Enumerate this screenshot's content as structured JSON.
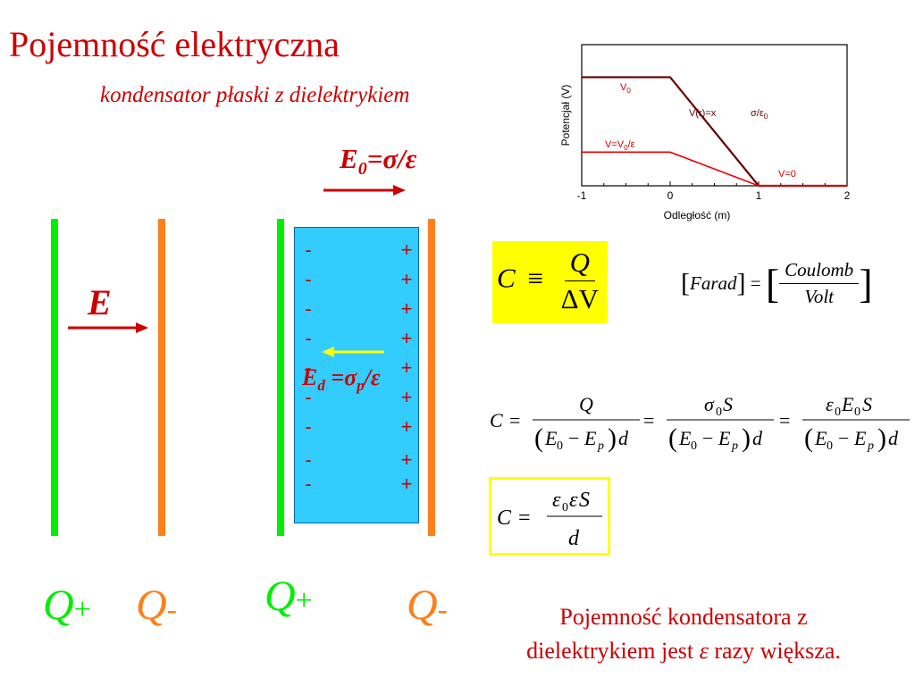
{
  "header": {
    "title": "Pojemność elektryczna",
    "subtitle": "kondensator płaski z dielektrykiem"
  },
  "left_diagram": {
    "field_label": "E",
    "q_plus": "Q",
    "q_plus_sub": "+",
    "q_minus": "Q",
    "q_minus_sub": "-"
  },
  "right_diagram": {
    "e0_main": "E",
    "e0_sub": "0",
    "e0_rest": "=σ/ε",
    "ed_main": "E",
    "ed_sub": "d",
    "ed_mid": " =σ",
    "ed_sub2": "p",
    "ed_rest": "/ε",
    "minus_sign": "-",
    "plus_sign": "+",
    "q_plus": "Q",
    "q_plus_sub": "+",
    "q_minus": "Q",
    "q_minus_sub": "-"
  },
  "formulas": {
    "def_C": "C",
    "def_equiv": "≡",
    "def_num": "Q",
    "def_den": "ΔV",
    "unit_left": "Farad",
    "unit_eq": "=",
    "unit_num": "Coulomb",
    "unit_den": "Volt",
    "final_C": "C",
    "final_eq": "="
  },
  "bottom_text": {
    "line1": "Pojemność kondensatora z",
    "line2_a": "dielektrykiem jest ",
    "line2_eps": "ε",
    "line2_b": " razy większa."
  },
  "colors": {
    "red": "#cc0000",
    "green": "#00ee00",
    "orange": "#ff7f1a",
    "dielectric": "#33ccff",
    "yellow": "#ffff00",
    "dark_red": "#660000"
  },
  "chart_data": {
    "type": "line",
    "xlabel": "Odległość  (m)",
    "ylabel": "Potencjał  (V)",
    "xlim": [
      -1,
      2
    ],
    "x_ticks": [
      "-1",
      "0",
      "1",
      "2"
    ],
    "grid": false,
    "series": [
      {
        "name": "V(r)=x",
        "color": "#660000",
        "x": [
          -1,
          0,
          1,
          2
        ],
        "y": [
          1.0,
          1.0,
          0,
          0
        ]
      },
      {
        "name": "V=V0/ε",
        "color": "#ee0000",
        "x": [
          -1,
          0,
          1,
          2
        ],
        "y": [
          0.31,
          0.31,
          0,
          0
        ]
      }
    ],
    "annotations": {
      "v0": "V",
      "v0_sub": "0",
      "vrx": "V(r)=x",
      "sigma": "σ/ε",
      "sigma_sub": "0",
      "veps": "V=V",
      "veps_sub": "0",
      "veps_rest": "/ε",
      "vzero": "V=0"
    }
  }
}
